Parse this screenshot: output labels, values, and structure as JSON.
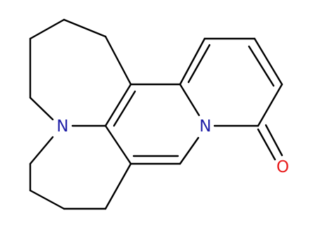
{
  "molecule": {
    "colors": {
      "bond": "#000000",
      "nitrogen": "#1d1da6",
      "oxygen": "#e81b1b",
      "background": "#ffffff"
    },
    "atoms": {
      "n_amine": {
        "symbol": "N"
      },
      "n_ring": {
        "symbol": "N"
      },
      "o_carbonyl": {
        "symbol": "O"
      }
    }
  }
}
